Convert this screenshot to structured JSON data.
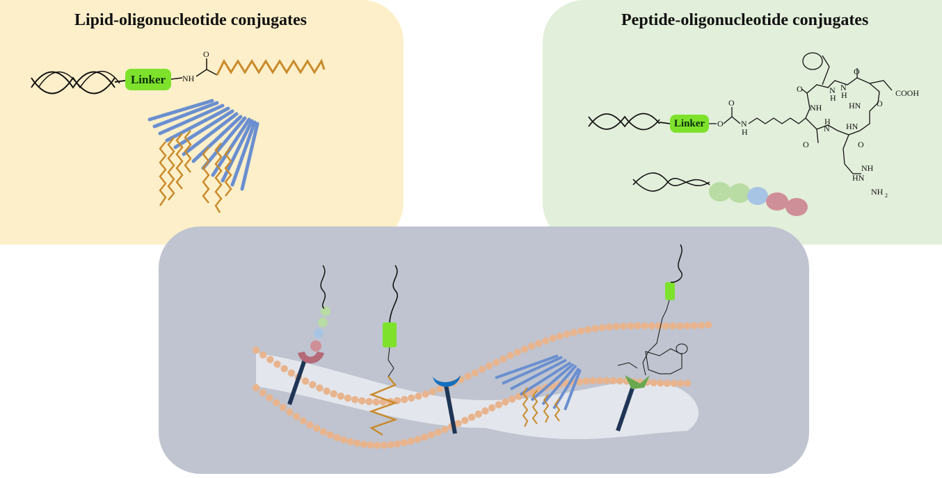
{
  "lipid_panel": {
    "title": "Lipid-oligonucleotide conjugates",
    "linker_label": "Linker",
    "atoms": {
      "oxygen": "O",
      "amide": "NH"
    },
    "colors": {
      "background": "#fdefc9",
      "lipid": "#c98a2a",
      "linker": "#7ee22c",
      "micelle": "#6a8fd0"
    }
  },
  "peptide_panel": {
    "title": "Peptide-oligonucleotide conjugates",
    "linker_label": "Linker",
    "atoms": {
      "o": "O",
      "nh": "NH",
      "hn": "HN",
      "n": "N",
      "h": "H",
      "cooh": "COOH",
      "nh2": "NH",
      "sub2": "2"
    },
    "bead_colors": [
      "#b9dba4",
      "#b9dba4",
      "#a8c4e4",
      "#cf8f98",
      "#cf8f98"
    ],
    "colors": {
      "background": "#e2efda"
    }
  },
  "membrane_panel": {
    "colors": {
      "background": "#bfc4d0",
      "head": "#e8b48e",
      "tail": "#e9ecf1",
      "receptor_stem": "#1f3556",
      "receptor_red": "#b56a78",
      "receptor_blue": "#1570c0",
      "receptor_green": "#6aa84f",
      "linker": "#7ee22c"
    }
  }
}
